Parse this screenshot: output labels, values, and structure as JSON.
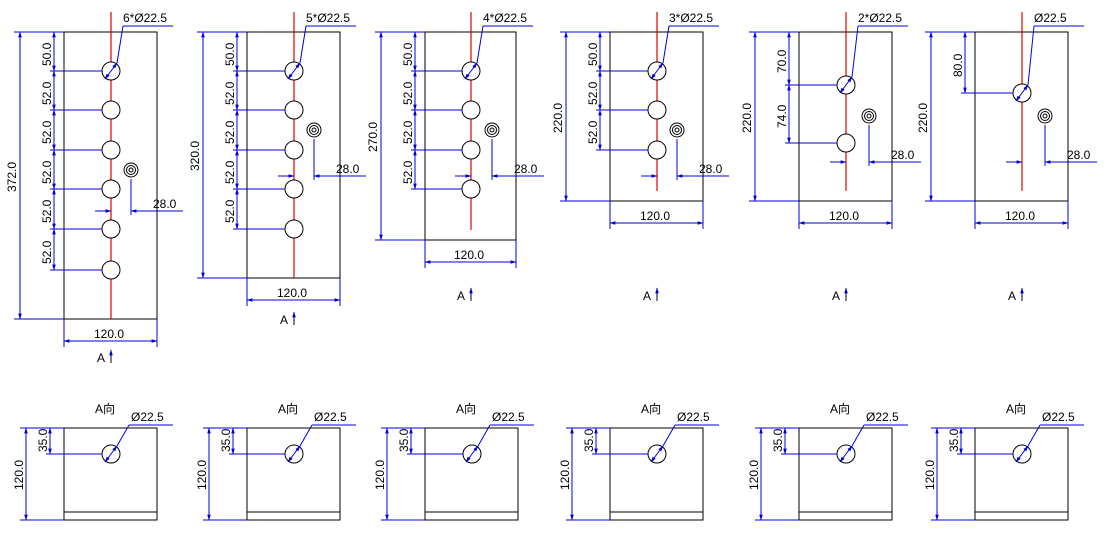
{
  "panels": [
    {
      "hole_callout": "6*Ø22.5",
      "height": "372.0",
      "width": "120.0",
      "offset": "28.0",
      "spacings": [
        "50.0",
        "52.0",
        "52.0",
        "52.0",
        "52.0",
        "52.0"
      ],
      "view_marker": "A"
    },
    {
      "hole_callout": "5*Ø22.5",
      "height": "320.0",
      "width": "120.0",
      "offset": "28.0",
      "spacings": [
        "50.0",
        "52.0",
        "52.0",
        "52.0",
        "52.0"
      ],
      "view_marker": "A"
    },
    {
      "hole_callout": "4*Ø22.5",
      "height": "270.0",
      "width": "120.0",
      "offset": "28.0",
      "spacings": [
        "50.0",
        "52.0",
        "52.0",
        "52.0"
      ],
      "view_marker": "A"
    },
    {
      "hole_callout": "3*Ø22.5",
      "height": "220.0",
      "width": "120.0",
      "offset": "28.0",
      "spacings": [
        "50.0",
        "52.0",
        "52.0"
      ],
      "view_marker": "A"
    },
    {
      "hole_callout": "2*Ø22.5",
      "height": "220.0",
      "width": "120.0",
      "offset": "28.0",
      "spacings": [
        "70.0",
        "74.0"
      ],
      "view_marker": "A"
    },
    {
      "hole_callout": "Ø22.5",
      "height": "220.0",
      "width": "120.0",
      "offset": "28.0",
      "spacings": [
        "80.0"
      ],
      "view_marker": "A"
    }
  ],
  "side_views": [
    {
      "title": "A向",
      "hole_callout": "Ø22.5",
      "height": "120.0",
      "hole_offset": "35.0"
    },
    {
      "title": "A向",
      "hole_callout": "Ø22.5",
      "height": "120.0",
      "hole_offset": "35.0"
    },
    {
      "title": "A向",
      "hole_callout": "Ø22.5",
      "height": "120.0",
      "hole_offset": "35.0"
    },
    {
      "title": "A向",
      "hole_callout": "Ø22.5",
      "height": "120.0",
      "hole_offset": "35.0"
    },
    {
      "title": "A向",
      "hole_callout": "Ø22.5",
      "height": "120.0",
      "hole_offset": "35.0"
    },
    {
      "title": "A向",
      "hole_callout": "Ø22.5",
      "height": "120.0",
      "hole_offset": "35.0"
    }
  ],
  "colors": {
    "outline": "#000000",
    "dimension": "#0000dd",
    "centerline": "#e00000"
  }
}
